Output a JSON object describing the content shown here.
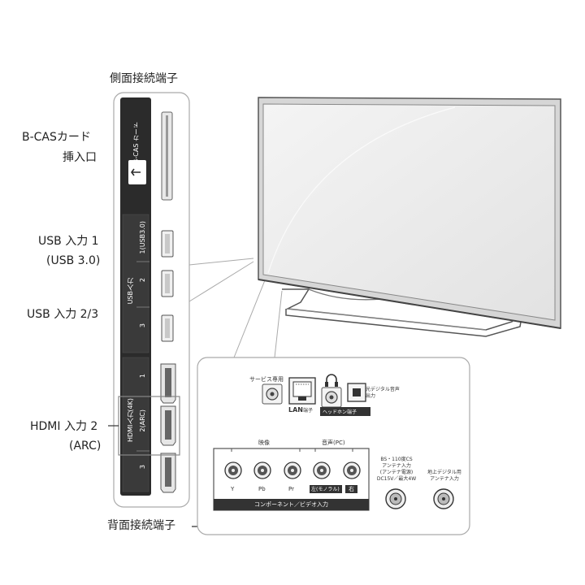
{
  "labels": {
    "side_title": "側面接続端子",
    "bcas_line1": "B-CASカード",
    "bcas_line2": "挿入口",
    "usb1_line1": "USB 入力 1",
    "usb1_line2": "(USB 3.0)",
    "usb23": "USB 入力 2/3",
    "hdmi_line1": "HDMI 入力 2",
    "hdmi_line2": "(ARC)",
    "rear_title": "背面接続端子"
  },
  "side_panel": {
    "bcas_card_text": "B-CAS カード",
    "usb_group": "USB入力",
    "usb_port_1": "1(USB3.0)",
    "usb_port_2": "2",
    "usb_port_3": "3",
    "hdmi_group": "HDMI入力(4K)",
    "hdmi_port_1": "1",
    "hdmi_port_2": "2(ARC)",
    "hdmi_port_3": "3"
  },
  "rear_panel": {
    "service": "サービス専用",
    "lan": "LAN",
    "lan_suffix": "端子",
    "headphone": "ヘッドホン端子",
    "optical": "光デジタル音声出力",
    "video_group": "映像",
    "audio_group": "音声(PC)",
    "jack_y": "Y",
    "jack_pb": "Pb",
    "jack_pr": "Pr",
    "jack_left": "左(モノラル)",
    "jack_right": "右",
    "component": "コンポーネント／ビデオ入力",
    "bs_cs": "BS・110度CS\nアンテナ入力\n(アンテナ電源)\nDC15V／最大4W",
    "terrestrial": "地上デジタル用\nアンテナ入力"
  }
}
